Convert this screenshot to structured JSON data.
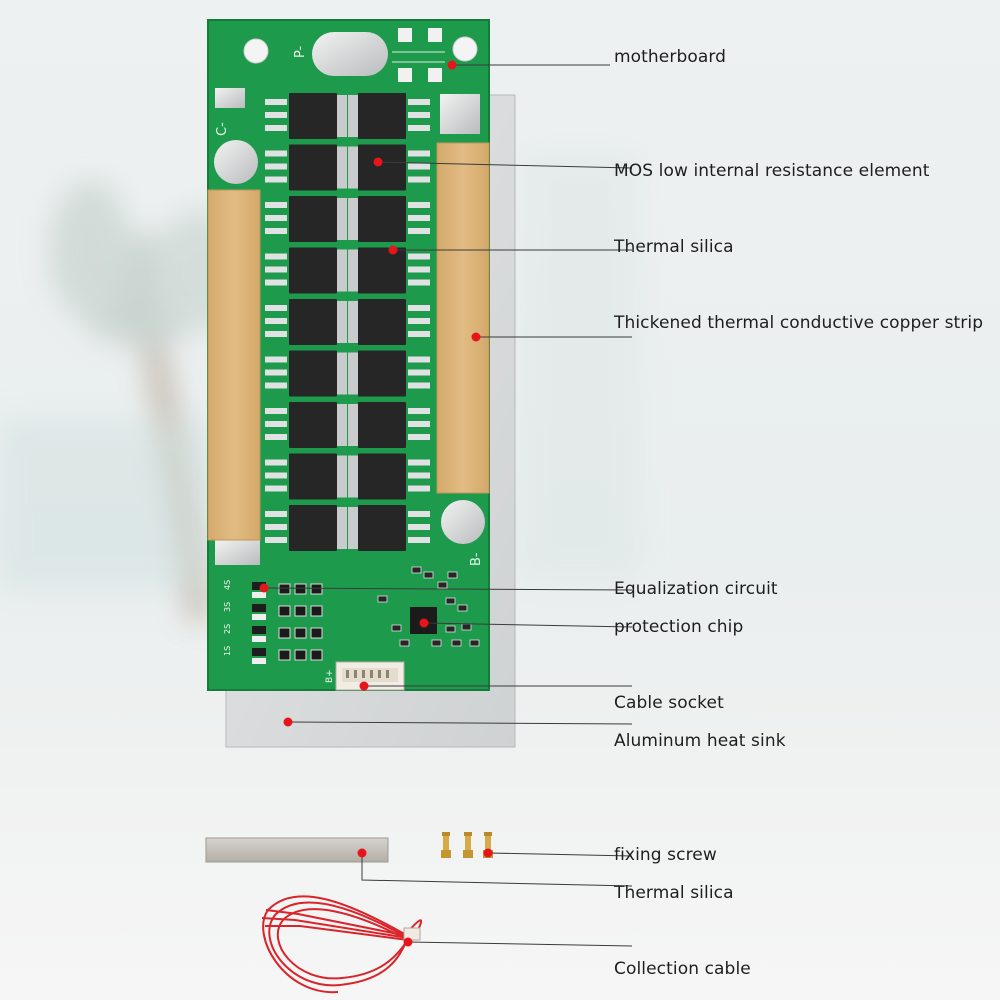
{
  "board": {
    "pad_labels": {
      "p_minus": "P-",
      "c_minus": "C-",
      "b_minus": "B-",
      "b_plus": "B+"
    },
    "cell_labels": [
      "4S",
      "3S",
      "2S",
      "1S"
    ],
    "mosfet_columns": 2,
    "mosfet_rows": 9
  },
  "callouts": [
    {
      "id": "motherboard",
      "text": "motherboard"
    },
    {
      "id": "mos-element",
      "text": "MOS low internal resistance element"
    },
    {
      "id": "thermal-silica-top",
      "text": "Thermal silica"
    },
    {
      "id": "copper-strip",
      "text": "Thickened thermal conductive copper strip"
    },
    {
      "id": "equalization-circuit",
      "text": "Equalization circuit"
    },
    {
      "id": "protection-chip",
      "text": "protection chip"
    },
    {
      "id": "cable-socket",
      "text": "Cable socket"
    },
    {
      "id": "aluminum-heat-sink",
      "text": "Aluminum heat sink"
    },
    {
      "id": "fixing-screw",
      "text": "fixing screw"
    },
    {
      "id": "thermal-silica-bottom",
      "text": "Thermal silica"
    },
    {
      "id": "collection-cable",
      "text": "Collection cable"
    }
  ],
  "colors": {
    "pcb_green": "#1e9a4c",
    "copper_pad": "#dcb277",
    "heat_sink": "#d9dbdc",
    "mosfet_body": "#262626",
    "marker_red": "#e8141c",
    "cable_red": "#d9252a"
  }
}
